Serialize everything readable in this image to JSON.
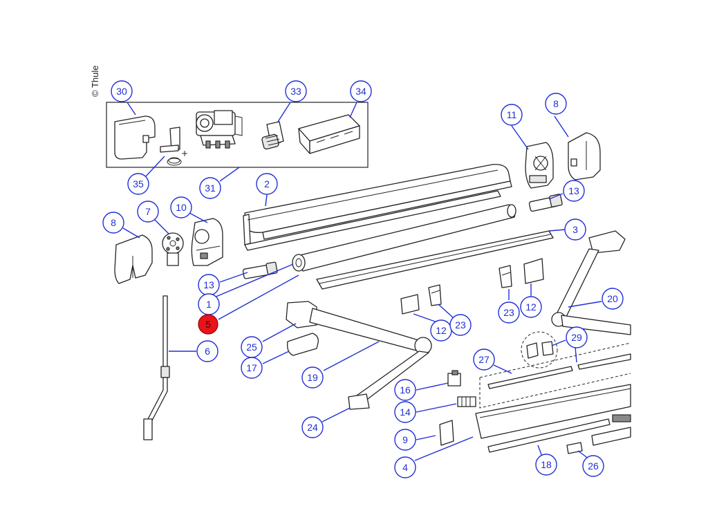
{
  "copyright": "© Thule",
  "colors": {
    "callout": "#1f2fd6",
    "highlight": "#e8141b"
  },
  "highlighted_callout": "5",
  "callouts": [
    {
      "id": "c30",
      "label": "30"
    },
    {
      "id": "c33",
      "label": "33"
    },
    {
      "id": "c34",
      "label": "34"
    },
    {
      "id": "c35",
      "label": "35"
    },
    {
      "id": "c31",
      "label": "31"
    },
    {
      "id": "c2",
      "label": "2"
    },
    {
      "id": "c11",
      "label": "11"
    },
    {
      "id": "c8a",
      "label": "8"
    },
    {
      "id": "c13a",
      "label": "13"
    },
    {
      "id": "c3",
      "label": "3"
    },
    {
      "id": "c8b",
      "label": "8"
    },
    {
      "id": "c7",
      "label": "7"
    },
    {
      "id": "c10",
      "label": "10"
    },
    {
      "id": "c13b",
      "label": "13"
    },
    {
      "id": "c1",
      "label": "1"
    },
    {
      "id": "c5",
      "label": "5"
    },
    {
      "id": "c6",
      "label": "6"
    },
    {
      "id": "c25",
      "label": "25"
    },
    {
      "id": "c17",
      "label": "17"
    },
    {
      "id": "c19",
      "label": "19"
    },
    {
      "id": "c12a",
      "label": "12"
    },
    {
      "id": "c23a",
      "label": "23"
    },
    {
      "id": "c23b",
      "label": "23"
    },
    {
      "id": "c12b",
      "label": "12"
    },
    {
      "id": "c20",
      "label": "20"
    },
    {
      "id": "c29",
      "label": "29"
    },
    {
      "id": "c27",
      "label": "27"
    },
    {
      "id": "c16",
      "label": "16"
    },
    {
      "id": "c14",
      "label": "14"
    },
    {
      "id": "c24",
      "label": "24"
    },
    {
      "id": "c9",
      "label": "9"
    },
    {
      "id": "c4",
      "label": "4"
    },
    {
      "id": "c18",
      "label": "18"
    },
    {
      "id": "c26",
      "label": "26"
    }
  ]
}
